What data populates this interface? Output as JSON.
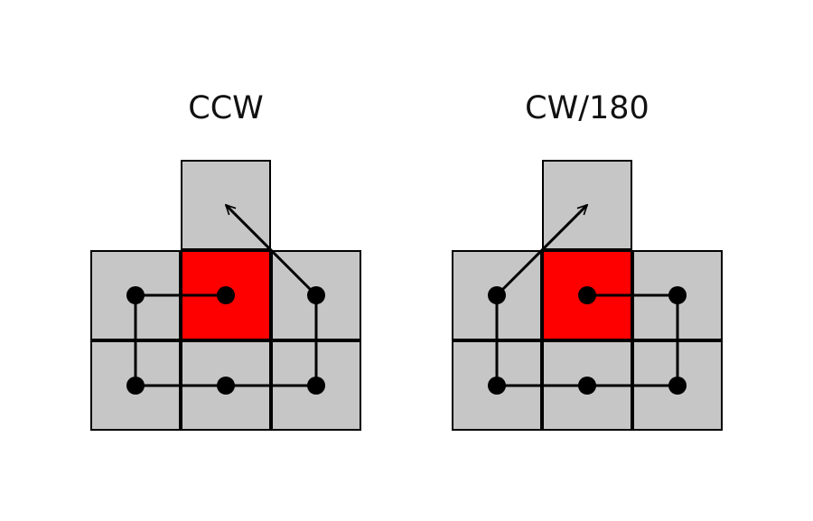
{
  "colors": {
    "cell": "#c6c6c6",
    "active_cell": "#ff0000",
    "line": "#000000",
    "background": "#ffffff"
  },
  "diagrams": [
    {
      "title": "CCW",
      "id": "ccw"
    },
    {
      "title": "CW/180",
      "id": "cw180"
    }
  ]
}
